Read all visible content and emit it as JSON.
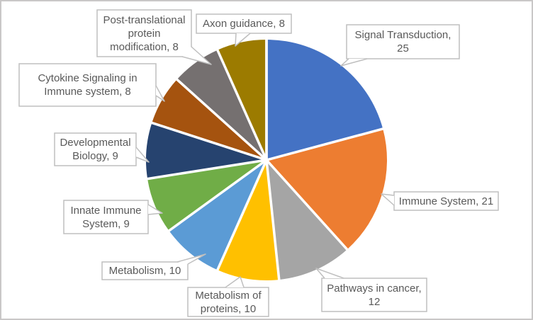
{
  "chart_data": {
    "type": "pie",
    "title": "",
    "legend_position": "none",
    "start_angle_deg": 0,
    "direction": "clockwise",
    "total": 120,
    "slices": [
      {
        "label": "Signal Transduction",
        "value": 25,
        "display": "Signal Transduction, 25",
        "color": "#4472C4"
      },
      {
        "label": "Immune System",
        "value": 21,
        "display": "Immune System, 21",
        "color": "#ED7D31"
      },
      {
        "label": "Pathways in cancer",
        "value": 12,
        "display": "Pathways in cancer, 12",
        "color": "#A5A5A5"
      },
      {
        "label": "Metabolism of proteins",
        "value": 10,
        "display": "Metabolism of proteins, 10",
        "color": "#FFC000"
      },
      {
        "label": "Metabolism",
        "value": 10,
        "display": "Metabolism, 10",
        "color": "#5B9BD5"
      },
      {
        "label": "Innate Immune System",
        "value": 9,
        "display": "Innate Immune System, 9",
        "color": "#70AD47"
      },
      {
        "label": "Developmental Biology",
        "value": 9,
        "display": "Developmental Biology, 9",
        "color": "#26436F"
      },
      {
        "label": "Cytokine Signaling in Immune system",
        "value": 8,
        "display": "Cytokine Signaling in Immune system, 8",
        "color": "#A5530F"
      },
      {
        "label": "Post-translational protein modification",
        "value": 8,
        "display": "Post-translational protein modification, 8",
        "color": "#757070"
      },
      {
        "label": "Axon guidance",
        "value": 8,
        "display": "Axon guidance, 8",
        "color": "#9C7B00"
      }
    ],
    "label_style": {
      "text_color": "#595959",
      "box_border_color": "#BFBFBF",
      "box_fill": "#FFFFFF"
    }
  },
  "frame": {
    "border_color": "#C9C7C7",
    "background": "#FFFFFF"
  }
}
